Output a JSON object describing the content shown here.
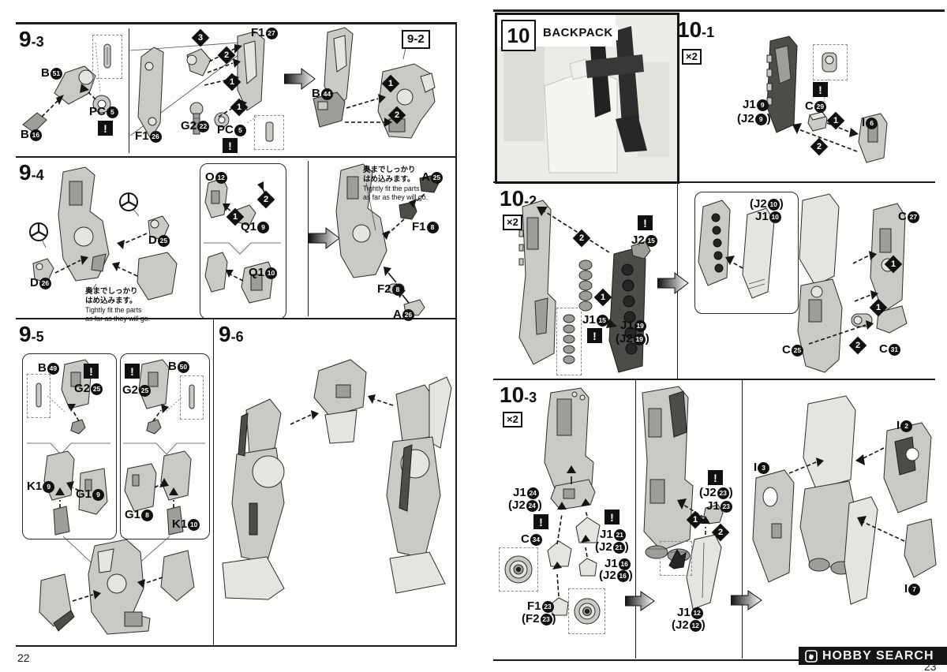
{
  "doc": {
    "left_page_number": "22",
    "right_page_number": "23",
    "brand": "HOBBY SEARCH"
  },
  "common": {
    "warn": "!",
    "mult": "×2",
    "note_jp1": "奥までしっかり",
    "note_jp2": "はめ込みます。",
    "note_en1": "Tightly fit the parts",
    "note_en2": "as far as they will go."
  },
  "s93": {
    "title": "9",
    "sub": "-3",
    "ref": "9-2",
    "b51": {
      "pre": "B",
      "num": "51"
    },
    "b16": {
      "pre": "B",
      "num": "16"
    },
    "pc5": {
      "pre": "PC",
      "num": "5"
    },
    "f127": {
      "pre": "F1",
      "num": "27"
    },
    "f126": {
      "pre": "F1",
      "num": "26"
    },
    "g222": {
      "pre": "G2",
      "num": "22"
    },
    "b44": {
      "pre": "B",
      "num": "44"
    },
    "seq": {
      "one": "1",
      "two": "2",
      "three": "3"
    }
  },
  "s94": {
    "title": "9",
    "sub": "-4",
    "d25": {
      "pre": "D",
      "num": "25"
    },
    "d26": {
      "pre": "D",
      "num": "26"
    },
    "o12": {
      "pre": "O",
      "num": "12"
    },
    "q19": {
      "pre": "Q1",
      "num": "9"
    },
    "q110": {
      "pre": "Q1",
      "num": "10"
    },
    "a25": {
      "pre": "A",
      "num": "25"
    },
    "f18": {
      "pre": "F1",
      "num": "8"
    },
    "f28": {
      "pre": "F2",
      "num": "8"
    },
    "a26": {
      "pre": "A",
      "num": "26"
    },
    "seq": {
      "one": "1",
      "two": "2"
    }
  },
  "s95": {
    "title": "9",
    "sub": "-5",
    "b49": {
      "pre": "B",
      "num": "49"
    },
    "b50": {
      "pre": "B",
      "num": "50"
    },
    "g225": {
      "pre": "G2",
      "num": "25"
    },
    "k19": {
      "pre": "K1",
      "num": "9"
    },
    "g19": {
      "pre": "G1",
      "num": "9"
    },
    "g18": {
      "pre": "G1",
      "num": "8"
    },
    "k110": {
      "pre": "K1",
      "num": "10"
    }
  },
  "s96": {
    "title": "9",
    "sub": "-6"
  },
  "s10": {
    "num": "10",
    "label": "BACKPACK"
  },
  "s101": {
    "title": "10",
    "sub": "-1",
    "j19": {
      "pre": "J1",
      "num": "9"
    },
    "j29": {
      "pre": "(J2",
      "num": "9",
      "suf": ")"
    },
    "c29": {
      "pre": "C",
      "num": "29"
    },
    "i6": {
      "pre": "I",
      "num": "6"
    },
    "seq": {
      "one": "1",
      "two": "2"
    }
  },
  "s102": {
    "title": "10",
    "sub": "-2",
    "j215": {
      "pre": "J2",
      "num": "15"
    },
    "j115": {
      "pre": "J1",
      "num": "15"
    },
    "j119": {
      "pre": "J1",
      "num": "19"
    },
    "j219": {
      "pre": "(J2",
      "num": "19",
      "suf": ")"
    },
    "j210": {
      "pre": "(J2",
      "num": "10",
      "suf": ")"
    },
    "j110": {
      "pre": "J1",
      "num": "10"
    },
    "c27": {
      "pre": "C",
      "num": "27"
    },
    "c25": {
      "pre": "C",
      "num": "25"
    },
    "c31": {
      "pre": "C",
      "num": "31"
    },
    "seq": {
      "one": "1",
      "two": "2"
    }
  },
  "s103": {
    "title": "10",
    "sub": "-3",
    "j124": {
      "pre": "J1",
      "num": "24"
    },
    "j224": {
      "pre": "(J2",
      "num": "24",
      "suf": ")"
    },
    "c34": {
      "pre": "C",
      "num": "34"
    },
    "j121": {
      "pre": "J1",
      "num": "21"
    },
    "j221": {
      "pre": "(J2",
      "num": "21",
      "suf": ")"
    },
    "j116": {
      "pre": "J1",
      "num": "16"
    },
    "j216": {
      "pre": "(J2",
      "num": "16",
      "suf": ")"
    },
    "f123": {
      "pre": "F1",
      "num": "23"
    },
    "f223": {
      "pre": "(F2",
      "num": "23",
      "suf": ")"
    },
    "j223": {
      "pre": "(J2",
      "num": "23",
      "suf": ")"
    },
    "j123": {
      "pre": "J1",
      "num": "23"
    },
    "j112": {
      "pre": "J1",
      "num": "12"
    },
    "j212": {
      "pre": "(J2",
      "num": "12",
      "suf": ")"
    },
    "i3": {
      "pre": "I",
      "num": "3"
    },
    "i2": {
      "pre": "I",
      "num": "2"
    },
    "i7": {
      "pre": "I",
      "num": "7"
    },
    "seq": {
      "one": "1",
      "two": "2"
    }
  }
}
